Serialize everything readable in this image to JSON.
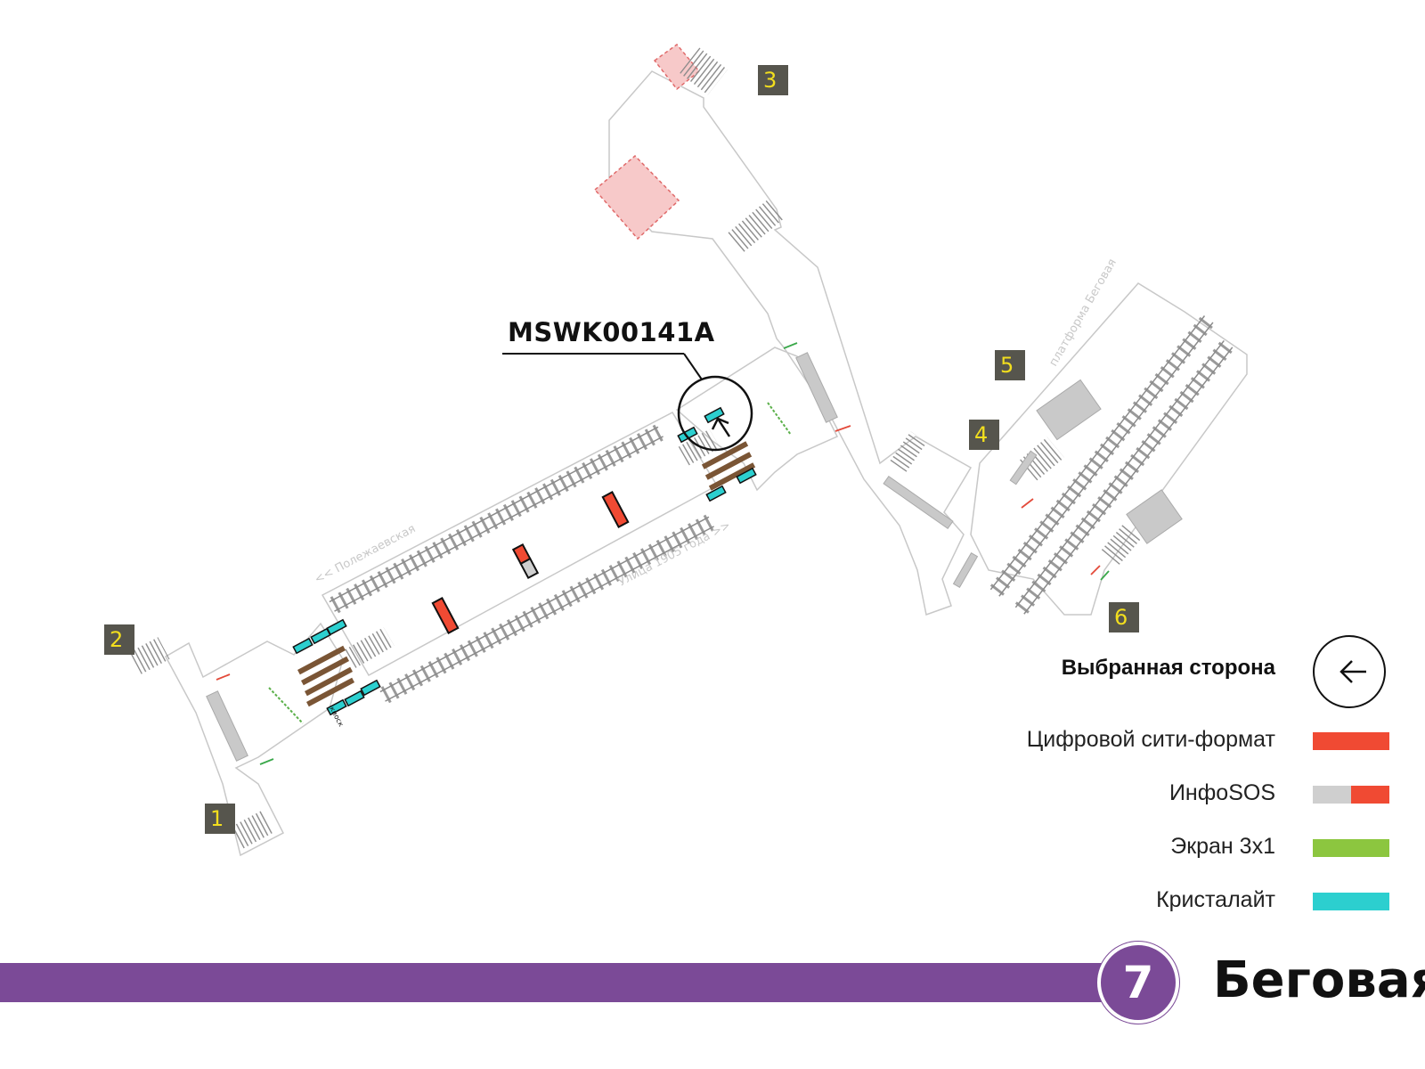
{
  "colors": {
    "digital_city": "#f04a33",
    "infosos_grey": "#cfcfcf",
    "infosos_red": "#f04a33",
    "screen_3x1": "#8cc63f",
    "crystalite": "#2ccfcf",
    "line_purple": "#7b4a97",
    "badge_bg": "#56554d",
    "badge_text": "#f2de1e"
  },
  "map": {
    "placement_code": "MSWK00141A",
    "direction_left": "<< Полежаевская",
    "direction_right": "Улица 1905 года >>",
    "platform_label": "платформа Беговая",
    "kiosk_label": "киоск",
    "exits": [
      "1",
      "2",
      "3",
      "4",
      "5",
      "6"
    ]
  },
  "legend": {
    "selected_side": "Выбранная сторона",
    "items": [
      {
        "label": "Цифровой сити-формат",
        "icon": "digital-city-swatch"
      },
      {
        "label": "ИнфоSOS",
        "icon": "infosos-swatch"
      },
      {
        "label": "Экран 3х1",
        "icon": "screen-3x1-swatch"
      },
      {
        "label": "Кристалайт",
        "icon": "crystalite-swatch"
      }
    ]
  },
  "footer": {
    "line_number": "7",
    "station": "Беговая"
  }
}
